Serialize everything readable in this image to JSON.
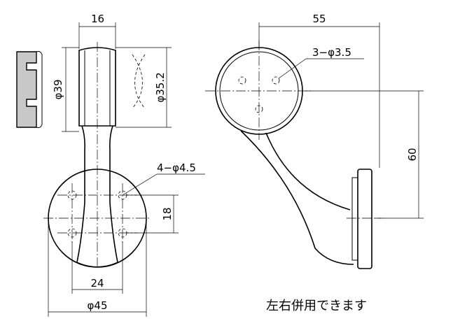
{
  "diagram": {
    "dimensions": {
      "top_width": "16",
      "tube_outer": "φ39",
      "tube_inner": "φ35.2",
      "holes_base": "4−φ4.5",
      "hole_pitch_v": "18",
      "hole_pitch_h": "24",
      "base_diameter": "φ45",
      "holes_saddle": "3−φ3.5",
      "horizontal_reach": "55",
      "height": "60"
    },
    "note": "左右併用できます"
  }
}
